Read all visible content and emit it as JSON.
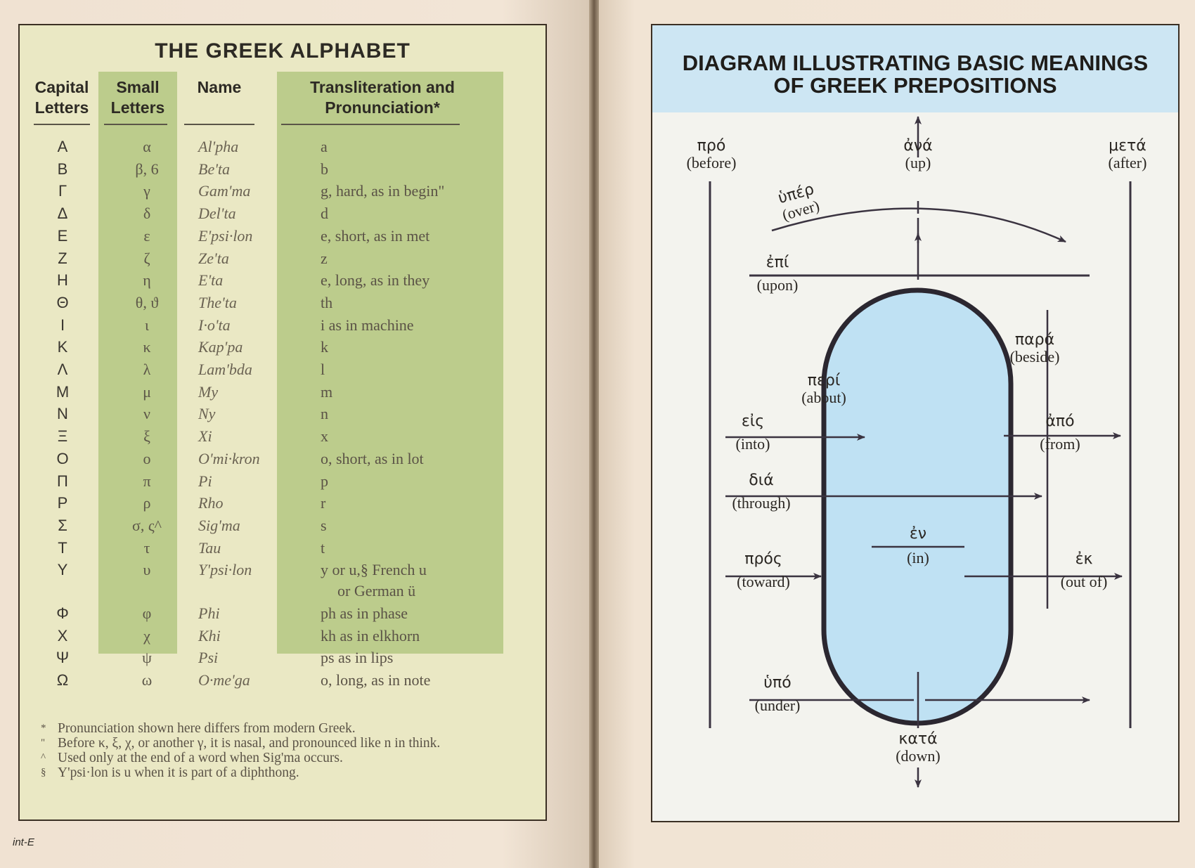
{
  "alphabet": {
    "title": "THE GREEK ALPHABET",
    "headers": {
      "capital": [
        "Capital",
        "Letters"
      ],
      "small": [
        "Small",
        "Letters"
      ],
      "name": "Name",
      "translit": [
        "Transliteration and",
        "Pronunciation*"
      ]
    },
    "rows": [
      {
        "cap": "A",
        "small": "α",
        "name": "Al'pha",
        "tr": "a"
      },
      {
        "cap": "B",
        "small": "β, 6",
        "name": "Be'ta",
        "tr": "b"
      },
      {
        "cap": "Γ",
        "small": "γ",
        "name": "Gam'ma",
        "tr": "g, hard, as in begin\""
      },
      {
        "cap": "Δ",
        "small": "δ",
        "name": "Del'ta",
        "tr": "d"
      },
      {
        "cap": "E",
        "small": "ε",
        "name": "E'psi·lon",
        "tr": "e, short, as in met"
      },
      {
        "cap": "Z",
        "small": "ζ",
        "name": "Ze'ta",
        "tr": "z"
      },
      {
        "cap": "H",
        "small": "η",
        "name": "E'ta",
        "tr": "e, long, as in they"
      },
      {
        "cap": "Θ",
        "small": "θ, ϑ",
        "name": "The'ta",
        "tr": "th"
      },
      {
        "cap": "I",
        "small": "ι",
        "name": "I·o'ta",
        "tr": "i as in machine"
      },
      {
        "cap": "K",
        "small": "κ",
        "name": "Kap'pa",
        "tr": "k"
      },
      {
        "cap": "Λ",
        "small": "λ",
        "name": "Lam'bda",
        "tr": "l"
      },
      {
        "cap": "M",
        "small": "μ",
        "name": "My",
        "tr": "m"
      },
      {
        "cap": "N",
        "small": "ν",
        "name": "Ny",
        "tr": "n"
      },
      {
        "cap": "Ξ",
        "small": "ξ",
        "name": "Xi",
        "tr": "x"
      },
      {
        "cap": "O",
        "small": "ο",
        "name": "O'mi·kron",
        "tr": "o, short, as in lot"
      },
      {
        "cap": "Π",
        "small": "π",
        "name": "Pi",
        "tr": "p"
      },
      {
        "cap": "P",
        "small": "ρ",
        "name": "Rho",
        "tr": "r"
      },
      {
        "cap": "Σ",
        "small": "σ, ς^",
        "name": "Sig'ma",
        "tr": "s"
      },
      {
        "cap": "T",
        "small": "τ",
        "name": "Tau",
        "tr": "t"
      },
      {
        "cap": "Y",
        "small": "υ",
        "name": "Y'psi·lon",
        "tr": "y or u,§ French u",
        "tr2": "or German ü"
      },
      {
        "cap": "Φ",
        "small": "φ",
        "name": "Phi",
        "tr": "ph as in phase"
      },
      {
        "cap": "X",
        "small": "χ",
        "name": "Khi",
        "tr": "kh as in elkhorn"
      },
      {
        "cap": "Ψ",
        "small": "ψ",
        "name": "Psi",
        "tr": "ps as in lips"
      },
      {
        "cap": "Ω",
        "small": "ω",
        "name": "O·me'ga",
        "tr": "o, long, as in note"
      }
    ],
    "notes": [
      {
        "mark": "*",
        "text": "Pronunciation shown here differs from modern Greek."
      },
      {
        "mark": "\"",
        "text": "Before κ, ξ, χ, or another γ, it is nasal, and pronounced like n in think."
      },
      {
        "mark": "^",
        "text": "Used only at the end of a word when Sig'ma occurs."
      },
      {
        "mark": "§",
        "text": "Y'psi·lon is u when it is part of a diphthong."
      }
    ]
  },
  "page_number": "int-E",
  "diagram": {
    "title_line1": "DIAGRAM ILLUSTRATING BASIC MEANINGS",
    "title_line2": "OF GREEK PREPOSITIONS",
    "labels": {
      "pro": {
        "gk": "πρό",
        "en": "(before)"
      },
      "ana": {
        "gk": "ἀνά",
        "en": "(up)"
      },
      "meta": {
        "gk": "μετά",
        "en": "(after)"
      },
      "hyper": {
        "gk": "ὑπέρ",
        "en": "(over)"
      },
      "epi": {
        "gk": "ἐπί",
        "en": "(upon)"
      },
      "para": {
        "gk": "παρά",
        "en": "(beside)"
      },
      "peri": {
        "gk": "περί",
        "en": "(about)"
      },
      "eis": {
        "gk": "εἰς",
        "en": "(into)"
      },
      "apo": {
        "gk": "ἀπό",
        "en": "(from)"
      },
      "dia": {
        "gk": "διά",
        "en": "(through)"
      },
      "en": {
        "gk": "ἐν",
        "en": "(in)"
      },
      "pros": {
        "gk": "πρός",
        "en": "(toward)"
      },
      "ek": {
        "gk": "ἐκ",
        "en": "(out of)"
      },
      "hypo": {
        "gk": "ὑπό",
        "en": "(under)"
      },
      "kata": {
        "gk": "κατά",
        "en": "(down)"
      }
    },
    "colors": {
      "shape_fill": "#bfe1f3",
      "header_bg": "#cde6f3",
      "table_green": "#bccc8c"
    }
  }
}
